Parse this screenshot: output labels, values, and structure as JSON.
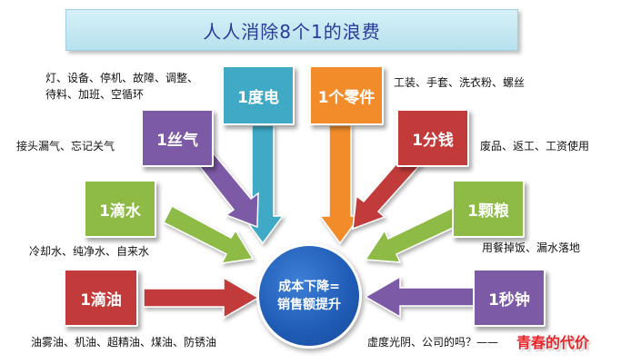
{
  "title": "人人消除8个1的浪费",
  "center": {
    "line1": "成本下降=",
    "line2": "销售额提升"
  },
  "items": {
    "electricity": {
      "label": "1度电",
      "color": "#3fa9c6"
    },
    "part": {
      "label": "1个零件",
      "color": "#f28c2b"
    },
    "gas": {
      "label": "1丝气",
      "color": "#7c5aa6"
    },
    "money": {
      "label": "1分钱",
      "color": "#c23b3a"
    },
    "water": {
      "label": "1滴水",
      "color": "#8dbb45"
    },
    "grain": {
      "label": "1颗粮",
      "color": "#8dbb45"
    },
    "oil": {
      "label": "1滴油",
      "color": "#c23b3a"
    },
    "second": {
      "label": "1秒钟",
      "color": "#7c5aa6"
    }
  },
  "notes": {
    "electricity_line1": "灯、设备、停机、故障、调整、",
    "electricity_line2": "待料、加班、空循环",
    "part": "工装、手套、洗衣粉、螺丝",
    "gas": "接头漏气、忘记关气",
    "money": "废品、返工、工资使用",
    "water": "冷却水、纯净水、自来水",
    "grain": "用餐掉饭、漏水落地",
    "oil": "油雾油、机油、超精油、煤油、防锈油",
    "second": "虚度光阴、公司的吗？——"
  },
  "slogan": "青春的代价"
}
